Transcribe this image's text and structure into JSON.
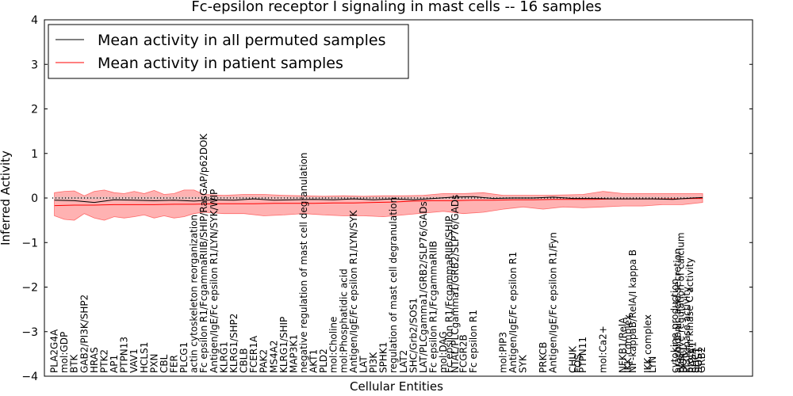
{
  "chart_data": {
    "type": "line",
    "title": "Fc-epsilon receptor I signaling in mast cells -- 16 samples",
    "xlabel": "Cellular Entities",
    "ylabel": "Inferred Activity",
    "ylim": [
      -4,
      4
    ],
    "yticks": [
      -4,
      -3,
      -2,
      -1,
      0,
      1,
      2,
      3,
      4
    ],
    "ytick_labels": [
      "−4",
      "−3",
      "−2",
      "−1",
      "0",
      "1",
      "2",
      "3",
      "4"
    ],
    "xlim": [
      0,
      71
    ],
    "grid": false,
    "legend_position": "top-left",
    "categories": [
      {
        "x": 1,
        "label": "PLA2G4A"
      },
      {
        "x": 2,
        "label": "mol:GDP"
      },
      {
        "x": 3,
        "label": "BTK"
      },
      {
        "x": 4,
        "label": "GAB2/PI3K/SHP2"
      },
      {
        "x": 5,
        "label": "HRAS"
      },
      {
        "x": 6,
        "label": "PTK2"
      },
      {
        "x": 7,
        "label": "AP1"
      },
      {
        "x": 8,
        "label": "PTPN13"
      },
      {
        "x": 9,
        "label": "VAV1"
      },
      {
        "x": 10,
        "label": "HCLS1"
      },
      {
        "x": 11,
        "label": "PXN"
      },
      {
        "x": 12,
        "label": "CBL"
      },
      {
        "x": 13,
        "label": "FER"
      },
      {
        "x": 14,
        "label": "PLCG1"
      },
      {
        "x": 15,
        "label": "actin cytoskeleton reorganization"
      },
      {
        "x": 16,
        "label": "Fc epsilon R1/FcgammaRIIB/SHIP/RasGAP/p62DOK"
      },
      {
        "x": 17,
        "label": "Antigen/IgE/Fc epsilon R1/LYN/SYK/WIP"
      },
      {
        "x": 18,
        "label": "KLRG1"
      },
      {
        "x": 19,
        "label": "KLRG1/SHP2"
      },
      {
        "x": 20,
        "label": "CBLB"
      },
      {
        "x": 21,
        "label": "FCER1A"
      },
      {
        "x": 22,
        "label": "PAK2"
      },
      {
        "x": 23,
        "label": "MS4A2"
      },
      {
        "x": 24,
        "label": "KLRG1/SHIP"
      },
      {
        "x": 25,
        "label": "MAP3K1"
      },
      {
        "x": 26,
        "label": "negative regulation of mast cell degranulation"
      },
      {
        "x": 27,
        "label": "AKT1"
      },
      {
        "x": 28,
        "label": "PLD2"
      },
      {
        "x": 29,
        "label": "mol:Choline"
      },
      {
        "x": 30,
        "label": "mol:Phosphatidic acid"
      },
      {
        "x": 31,
        "label": "Antigen/IgE/Fc epsilon R1/LYN/SYK"
      },
      {
        "x": 32,
        "label": "LAT"
      },
      {
        "x": 33,
        "label": "PI3K"
      },
      {
        "x": 34,
        "label": "SPHK1"
      },
      {
        "x": 35,
        "label": "regulation of mast cell degranulation"
      },
      {
        "x": 36,
        "label": "LAT2"
      },
      {
        "x": 37,
        "label": "SHC/Grb2/SOS1"
      },
      {
        "x": 38,
        "label": "LAT/PLCgamma1/GRB2/SLP76/GADs"
      },
      {
        "x": 39,
        "label": "Fc epsilon R1/FcgammaRIIB"
      },
      {
        "x": 40,
        "label": "mol:DAG"
      },
      {
        "x": 40.6,
        "label": "Fc epsilon R1/FcgammaRIIB/SHIP"
      },
      {
        "x": 41.2,
        "label": "NTAL/PLCgamma1/GRB2/SLP76/GADs"
      },
      {
        "x": 42,
        "label": "FCGR2B"
      },
      {
        "x": 43,
        "label": "Fc epsilon R1"
      },
      {
        "x": 46,
        "label": "mol:PIP3"
      },
      {
        "x": 47,
        "label": "Antigen/IgE/Fc epsilon R1"
      },
      {
        "x": 48,
        "label": "SYK"
      },
      {
        "x": 50,
        "label": "PRKCB"
      },
      {
        "x": 51,
        "label": "Antigen/IgE/Fc epsilon R1/Fyn"
      },
      {
        "x": 53,
        "label": "CHUK"
      },
      {
        "x": 53.5,
        "label": "FOS"
      },
      {
        "x": 54,
        "label": "PTPN11"
      },
      {
        "x": 56,
        "label": "mol:Ca2+"
      },
      {
        "x": 58,
        "label": "NFKB1/RelA"
      },
      {
        "x": 58.5,
        "label": "IKK complex"
      },
      {
        "x": 59,
        "label": "NF-kappaB/RelA/I kappa B"
      },
      {
        "x": 60.5,
        "label": "IKK complex"
      },
      {
        "x": 61,
        "label": "LYN"
      },
      {
        "x": 63.2,
        "label": "cytokine production"
      },
      {
        "x": 63.5,
        "label": "arachidonic acid secretion"
      },
      {
        "x": 63.8,
        "label": "positive regulation of calcium"
      },
      {
        "x": 64.1,
        "label": "DOK1"
      },
      {
        "x": 64.4,
        "label": "PI3 kinase activity"
      },
      {
        "x": 64.7,
        "label": "protein kinase C activity"
      },
      {
        "x": 65.0,
        "label": "RASA1"
      },
      {
        "x": 65.3,
        "label": "SHC1"
      },
      {
        "x": 65.6,
        "label": "SOS1"
      },
      {
        "x": 65.9,
        "label": "GRB2"
      }
    ],
    "series": [
      {
        "name": "Mean activity in all permuted samples",
        "color": "#000000",
        "x": [
          1,
          3,
          5,
          7,
          9,
          11,
          13,
          15,
          17,
          19,
          21,
          23,
          25,
          27,
          29,
          31,
          33,
          35,
          37,
          39,
          41,
          43,
          45,
          47,
          49,
          51,
          53,
          55,
          57,
          59,
          61,
          63,
          65,
          66
        ],
        "values": [
          -0.05,
          -0.06,
          -0.1,
          -0.04,
          -0.05,
          -0.06,
          -0.05,
          -0.07,
          -0.04,
          -0.05,
          -0.02,
          -0.05,
          -0.04,
          -0.03,
          -0.04,
          -0.02,
          -0.04,
          -0.02,
          -0.04,
          -0.01,
          0.02,
          0.03,
          -0.01,
          0.0,
          0.0,
          0.02,
          -0.01,
          -0.01,
          -0.02,
          -0.02,
          -0.02,
          -0.03,
          0.0,
          0.01
        ]
      },
      {
        "name": "Mean activity in patient samples",
        "color": "#ff0000",
        "x": [
          1,
          3,
          5,
          7,
          9,
          11,
          13,
          15,
          17,
          19,
          21,
          23,
          25,
          27,
          29,
          31,
          33,
          35,
          37,
          39,
          41,
          43,
          45,
          47,
          49,
          51,
          53,
          55,
          57,
          59,
          61,
          63,
          65,
          66
        ],
        "values": [
          -0.17,
          -0.16,
          -0.16,
          -0.15,
          -0.15,
          -0.15,
          -0.14,
          -0.14,
          -0.13,
          -0.13,
          -0.13,
          -0.12,
          -0.12,
          -0.12,
          -0.11,
          -0.11,
          -0.1,
          -0.09,
          -0.07,
          -0.06,
          -0.06,
          -0.05,
          -0.05,
          -0.04,
          -0.04,
          -0.03,
          -0.03,
          -0.03,
          -0.02,
          -0.02,
          -0.02,
          -0.02,
          -0.01,
          -0.01
        ]
      }
    ],
    "bands": [
      {
        "series": "Mean activity in patient samples",
        "color": "#ff0000",
        "x": [
          1,
          2,
          3,
          4,
          5,
          6,
          7,
          8,
          9,
          10,
          11,
          12,
          13,
          14,
          15,
          16,
          18,
          20,
          22,
          24,
          26,
          28,
          30,
          32,
          34,
          36,
          38,
          40,
          42,
          44,
          46,
          48,
          50,
          52,
          54,
          56,
          58,
          60,
          62,
          64,
          66
        ],
        "upper": [
          0.12,
          0.15,
          0.16,
          0.05,
          0.15,
          0.18,
          0.12,
          0.1,
          0.15,
          0.1,
          0.17,
          0.08,
          0.1,
          0.18,
          0.18,
          0.08,
          0.06,
          0.08,
          0.08,
          0.06,
          0.05,
          0.04,
          0.05,
          0.04,
          0.05,
          0.05,
          0.06,
          0.1,
          0.1,
          0.12,
          0.06,
          0.06,
          0.06,
          0.07,
          0.08,
          0.15,
          0.1,
          0.1,
          0.1,
          0.1,
          0.1
        ],
        "lower": [
          -0.4,
          -0.48,
          -0.5,
          -0.35,
          -0.45,
          -0.5,
          -0.42,
          -0.45,
          -0.42,
          -0.38,
          -0.45,
          -0.4,
          -0.45,
          -0.42,
          -0.35,
          -0.32,
          -0.35,
          -0.35,
          -0.4,
          -0.38,
          -0.35,
          -0.38,
          -0.4,
          -0.4,
          -0.42,
          -0.38,
          -0.34,
          -0.3,
          -0.35,
          -0.32,
          -0.25,
          -0.2,
          -0.25,
          -0.2,
          -0.22,
          -0.2,
          -0.18,
          -0.18,
          -0.15,
          -0.15,
          -0.1
        ]
      },
      {
        "series": "Mean activity in all permuted samples",
        "color": "#c8c8c8",
        "x": [
          1,
          66
        ],
        "upper": [
          0.02,
          0.02
        ],
        "lower": [
          -0.02,
          -0.02
        ]
      }
    ],
    "reference_line": {
      "y": 0,
      "style": "dotted",
      "color": "#000000",
      "x": [
        0.8,
        66
      ]
    }
  }
}
